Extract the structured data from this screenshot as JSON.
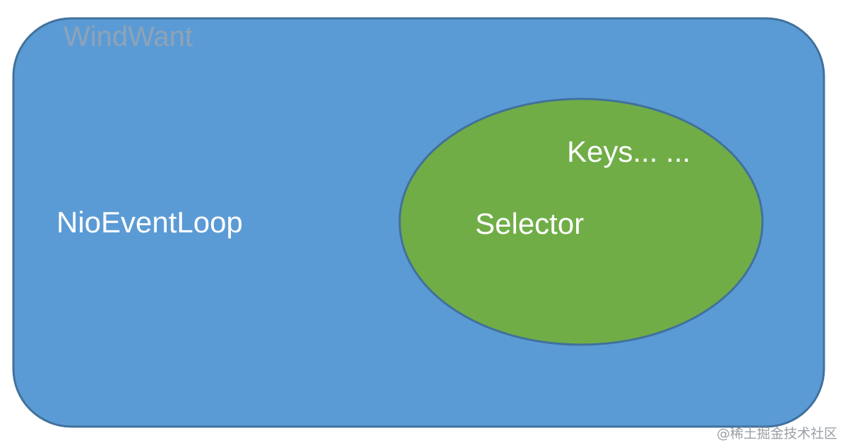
{
  "diagram": {
    "watermark": "WindWant",
    "outer": {
      "label": "NioEventLoop",
      "fill": "#5b9bd5",
      "stroke": "#41719c"
    },
    "inner": {
      "label": "Selector",
      "sub_label": "Keys... ...",
      "fill": "#70ad47",
      "stroke": "#41719c"
    },
    "credit": "@稀土掘金技术社区"
  }
}
